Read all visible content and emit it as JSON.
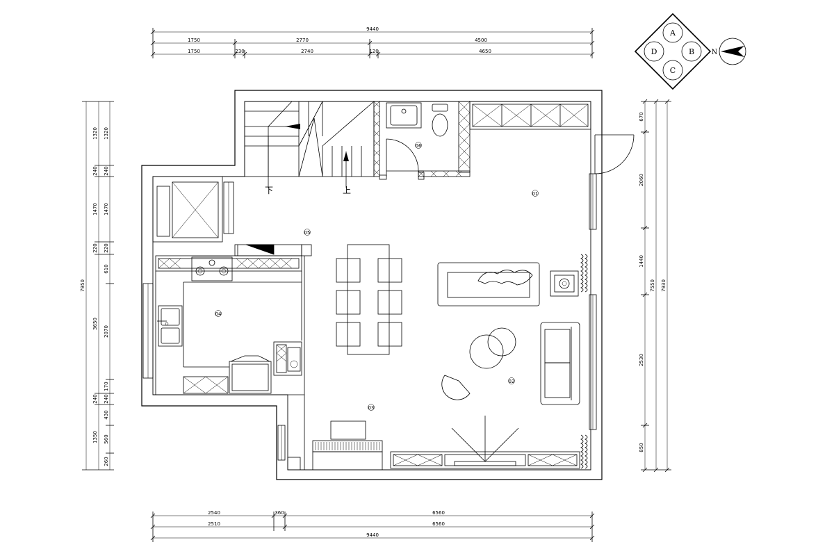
{
  "dimensions": {
    "top": {
      "row1": [
        "9440"
      ],
      "row2": [
        "1750",
        "2770",
        "4500"
      ],
      "row3": [
        "1750",
        "230",
        "2740",
        "120",
        "4650"
      ]
    },
    "bottom": {
      "row1": [
        "2540",
        "360",
        "6560"
      ],
      "row2": [
        "2510",
        "6560"
      ],
      "row3": [
        "9440"
      ]
    },
    "left": {
      "inner": [
        "1320",
        "240",
        "1470",
        "220",
        "610",
        "2070",
        "170",
        "240",
        "430",
        "560",
        "260"
      ],
      "outer": [
        "1320",
        "240",
        "1470",
        "220",
        "3650",
        "240",
        "1350"
      ],
      "total": "7950"
    },
    "right": {
      "inner": [
        "670",
        "2060",
        "1440",
        "2530",
        "850"
      ],
      "mid": "7550",
      "outer": "7930"
    }
  },
  "rooms": {
    "r01": "01",
    "r02": "02",
    "r03": "03",
    "r04": "04",
    "r05": "05",
    "r06": "06"
  },
  "stairs": {
    "down": "下",
    "up": "上"
  },
  "compass": {
    "a": "A",
    "b": "B",
    "c": "C",
    "d": "D",
    "north": "N"
  }
}
